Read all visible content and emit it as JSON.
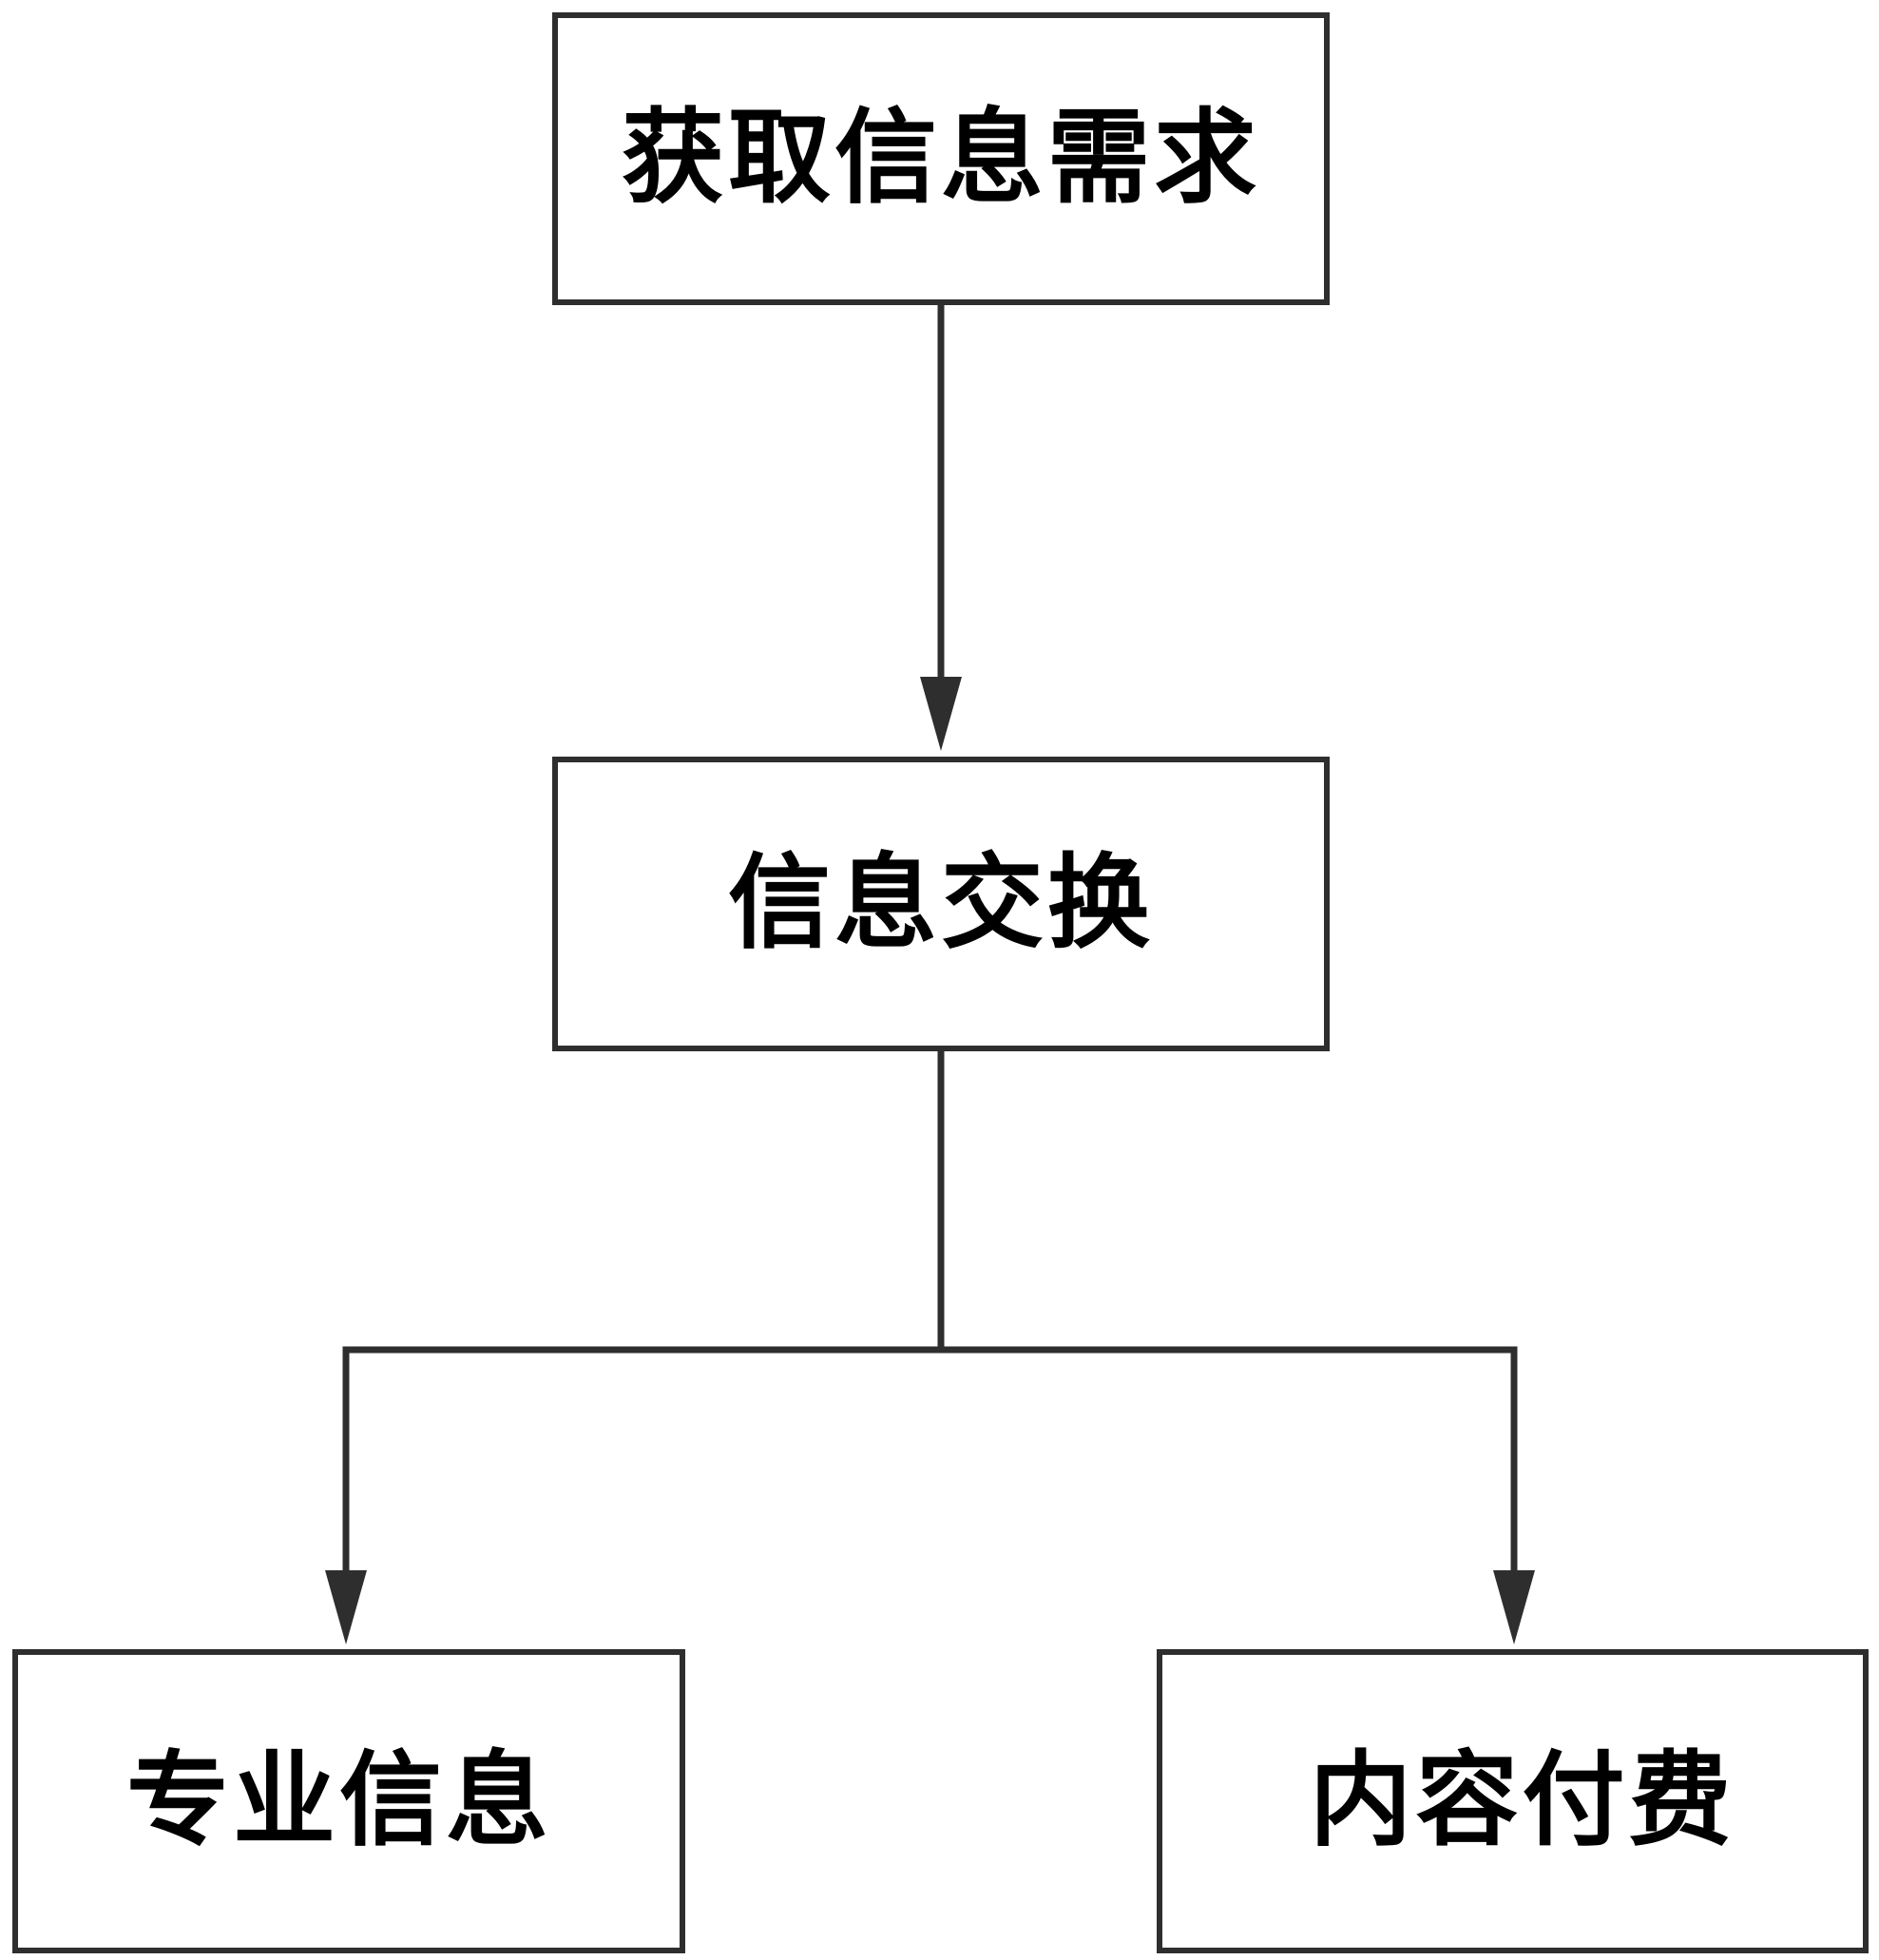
{
  "diagram": {
    "nodes": {
      "top": "获取信息需求",
      "mid": "信息交换",
      "left": "专业信息",
      "right": "内容付费"
    },
    "edges": [
      {
        "from": "获取信息需求",
        "to": "信息交换"
      },
      {
        "from": "信息交换",
        "to": "专业信息"
      },
      {
        "from": "信息交换",
        "to": "内容付费"
      }
    ],
    "colors": {
      "line": "#2e2e2e",
      "text": "#000000",
      "background": "#ffffff"
    }
  }
}
